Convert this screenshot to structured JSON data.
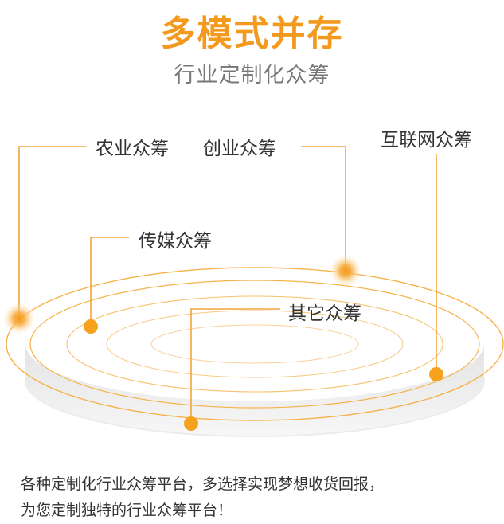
{
  "heading": {
    "title": "多模式并存",
    "subtitle": "行业定制化众筹"
  },
  "categories": {
    "agriculture": "农业众筹",
    "startup": "创业众筹",
    "internet": "互联网众筹",
    "media": "传媒众筹",
    "other": "其它众筹"
  },
  "description": {
    "line1": "各种定制化行业众筹平台，多选择实现梦想收货回报，",
    "line2": "为您定制独特的行业众筹平台！"
  },
  "colors": {
    "accent": "#f39a1e",
    "text": "#333333",
    "subtitle": "#777777"
  }
}
